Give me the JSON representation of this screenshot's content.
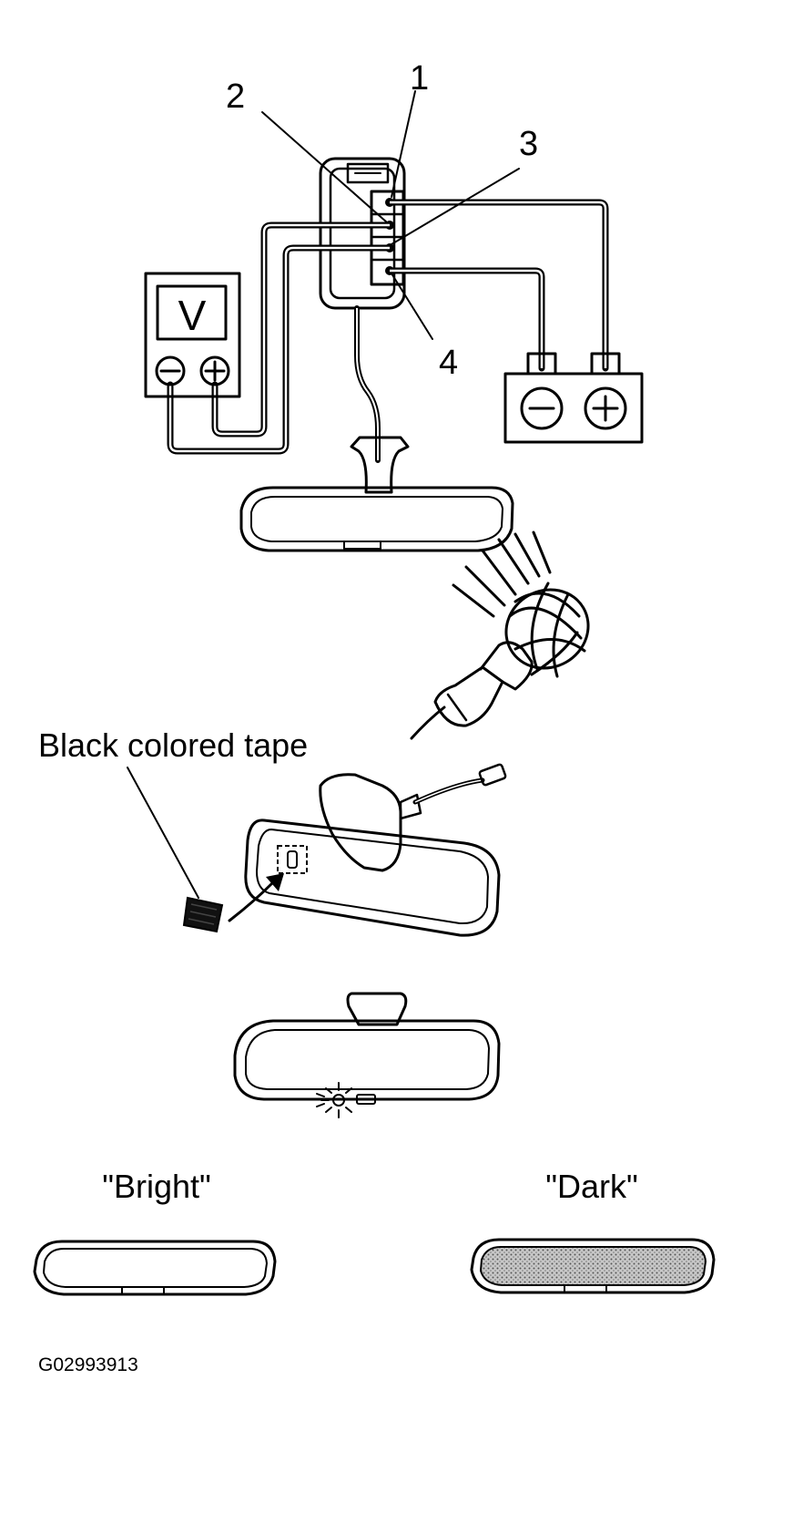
{
  "callouts": {
    "pin1": "1",
    "pin2": "2",
    "pin3": "3",
    "pin4": "4"
  },
  "meter": {
    "symbol": "V"
  },
  "tape_label": "Black colored tape",
  "states": {
    "bright": "\"Bright\"",
    "dark": "\"Dark\""
  },
  "figure_code": "G02993913",
  "colors": {
    "ink": "#000000",
    "paper": "#ffffff",
    "dark_glass": "#b8b8b8"
  }
}
